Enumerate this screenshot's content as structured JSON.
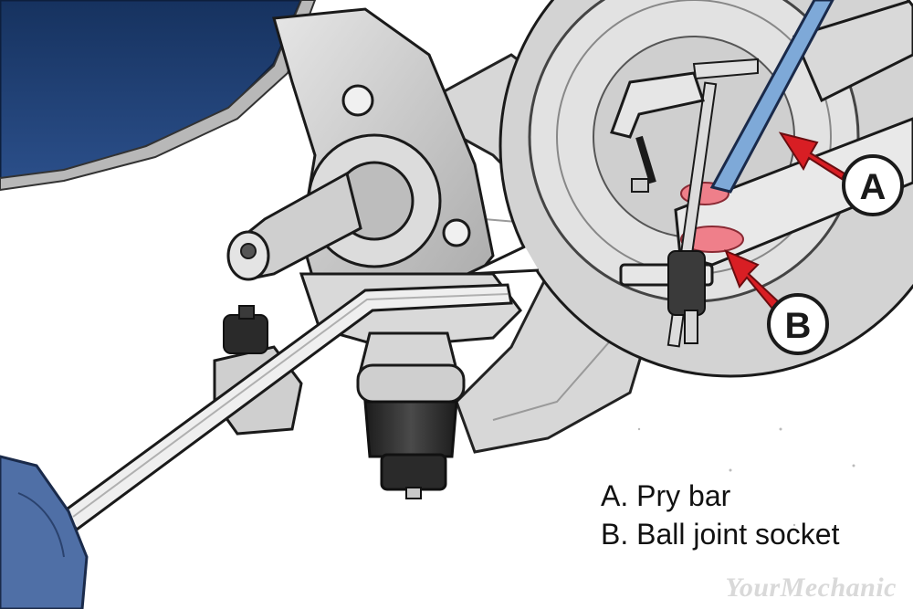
{
  "callouts": {
    "a": "A",
    "b": "B"
  },
  "legend": {
    "line_a": "A. Pry bar",
    "line_b": "B. Ball joint socket"
  },
  "watermark": "YourMechanic",
  "colors": {
    "car_body": "#1e3b6e",
    "pry_bar_blue": "#7ea9d8",
    "arrow_red": "#d81e24",
    "highlight_pink": "#ef7f8a",
    "metal_gray": "#c9c9c9",
    "ink": "#1a1a1a"
  }
}
